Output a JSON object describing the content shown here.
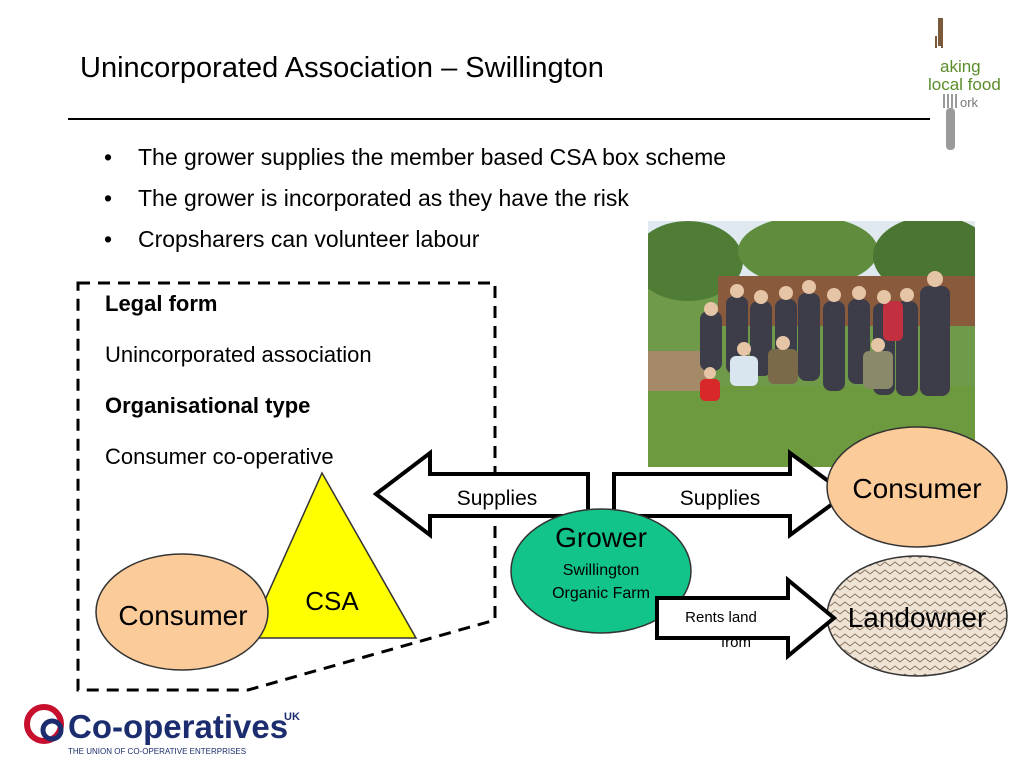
{
  "title": "Unincorporated Association – Swillington",
  "bullets": [
    "The grower supplies the member based CSA box scheme",
    "The grower is incorporated as they have the risk",
    "Cropsharers can volunteer labour"
  ],
  "legal": {
    "legal_form_heading": "Legal form",
    "legal_form_value": "Unincorporated association",
    "org_type_heading": "Organisational type",
    "org_type_value": "Consumer co-operative"
  },
  "diagram": {
    "csa_label": "CSA",
    "consumer_left": "Consumer",
    "consumer_right": "Consumer",
    "grower_title": "Grower",
    "grower_line1": "Swillington",
    "grower_line2": "Organic Farm",
    "landowner": "Landowner",
    "arrow_left_label": "Supplies",
    "arrow_right_label": "Supplies",
    "rents_line1": "Rents land",
    "rents_line2": "from"
  },
  "logos": {
    "making_local_food_work": [
      "aking",
      "local food",
      "ork"
    ],
    "coop_name": "Co-operatives",
    "coop_suffix": "UK",
    "coop_tagline": "THE UNION OF CO-OPERATIVE ENTERPRISES"
  },
  "colors": {
    "consumer_fill": "#fbcb9a",
    "csa_fill": "#ffff00",
    "grower_fill": "#12c48a",
    "landowner_fill": "#efe3d6",
    "coop_blue": "#1b2d6e",
    "coop_red": "#c8102e",
    "mlfw_green": "#5b8d2a",
    "mlfw_brown": "#7a5a3a"
  }
}
